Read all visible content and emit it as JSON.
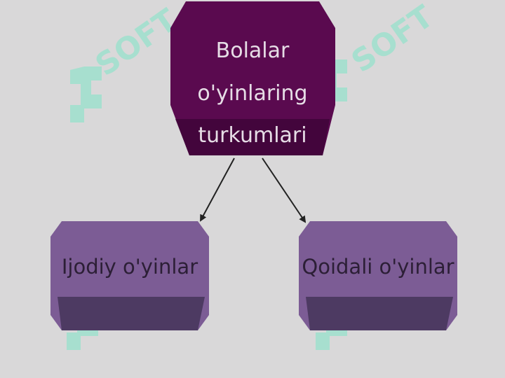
{
  "colors": {
    "background": "#d9d8d9",
    "root_fill": "#5a0a4f",
    "root_shade": "#3f0538",
    "root_text": "#e6dde6",
    "child_fill": "#7c5c95",
    "child_shade": "#4d3a62",
    "child_text": "#2c1f36",
    "arrow": "#222222",
    "watermark": "#7fe6c6"
  },
  "root": {
    "lines": [
      "Bolalar",
      "o'yinlaring",
      "turkumlari"
    ]
  },
  "children": [
    {
      "label": "Ijodiy o'yinlar"
    },
    {
      "label": "Qoidali o'yinlar"
    }
  ],
  "watermark": {
    "text": "SOFT",
    "icon": "watermark-logo-icon"
  }
}
